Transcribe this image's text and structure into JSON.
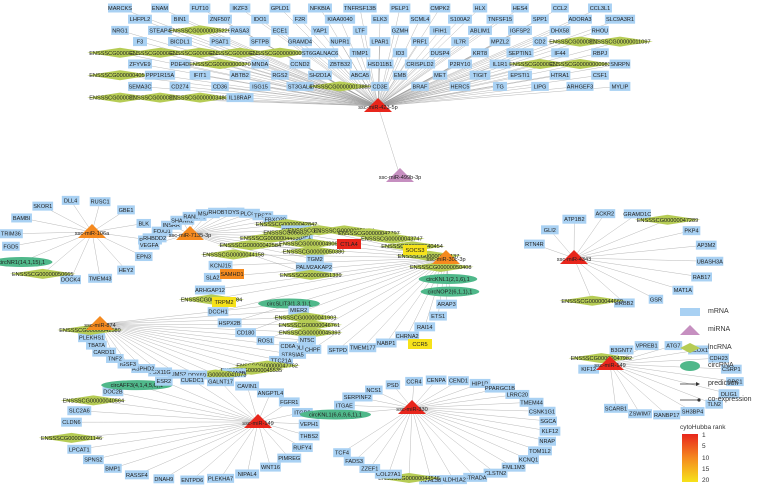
{
  "colors": {
    "mrna": "#a9d1f3",
    "mirna": "#c68fc0",
    "lncrna": "#b6cc55",
    "circrna": "#4fb88a",
    "rank_high": "#e8261c",
    "rank_mid": "#f58a1f",
    "rank_low": "#f6e21a"
  },
  "legend": {
    "items": [
      {
        "label": "mRNA",
        "shape": "rect"
      },
      {
        "label": "miRNA",
        "shape": "triangle"
      },
      {
        "label": "lncRNA",
        "shape": "diamond"
      },
      {
        "label": "circRNA",
        "shape": "ellipse"
      },
      {
        "label": "prediction",
        "shape": "arrow"
      },
      {
        "label": "co-expression",
        "shape": "dot-line"
      }
    ],
    "rank_title": "cytoHubba rank",
    "rank_ticks": [
      "1",
      "5",
      "10",
      "15",
      "20"
    ]
  },
  "hubs": [
    {
      "label": "ssc-miR-423-5p",
      "color": "rank_high",
      "nodes": [
        "MARCKS",
        "ENAM",
        "FUT10",
        "IKZF3",
        "GPLD1",
        "NFKBIA",
        "TNFRSF13B",
        "PELP1",
        "CMPK2",
        "HLX",
        "HES4",
        "CCL2",
        "CCL3L1",
        "LHFPL2",
        "BIN1",
        "ZNF507",
        "IDO1",
        "F2R",
        "KIAA0040",
        "ELK3",
        "SCML4",
        "S100A2",
        "TNFSF15",
        "SPP1",
        "ADORA3",
        "SLC9A3R1",
        "NRG1",
        "STEAP4",
        "ENSSSCG00000035226",
        "RASA3",
        "ECE1",
        "YAP1",
        "LTF",
        "GZMH",
        "IFIH1",
        "ABLIM1",
        "IGFSP2",
        "DHX58",
        "RHOU",
        "F3",
        "BICDL1",
        "PSAT1",
        "SFTPB",
        "GRAMD4",
        "NUPR1",
        "LPAR1",
        "PRF1",
        "IL7R",
        "MPZL2",
        "CD2",
        "ENSSSCG00000037364",
        "ENSSSCG00000011097",
        "ENSSSCG00000038062",
        "ENSSSCG00000039656",
        "ENSSSCG00000010893",
        "ENSSSCG00000012074",
        "ENSSSCG00000000638",
        "ST6GALNAC6",
        "TIMP1",
        "ID3",
        "DUSP4",
        "KRT8",
        "SEPTIN1",
        "IF44",
        "RBPJ",
        "ZFYVE9",
        "PDE4D",
        "ENSSSCG00000000370",
        "MNDA",
        "CCND2",
        "ZBTB32",
        "HSD11B1",
        "CRISPLD2",
        "P2RY10",
        "IL1R1",
        "ENSSSCG00000009240",
        "ENSSSCG00000000983",
        "SNRPN",
        "ENSSSCG00000040535",
        "PPP1R15A",
        "IFIT1",
        "ABTB2",
        "RGS2",
        "SH2D1A",
        "ABCA5",
        "EMB",
        "MET",
        "TIGIT",
        "EPSTI1",
        "HTRA1",
        "CSF1",
        "SEMA3C",
        "CD274",
        "CD36",
        "ISG15",
        "ST3GAL4",
        "ENSSSCG00000013880",
        "CD3E",
        "BRAF",
        "HERC5",
        "TG",
        "LIPG",
        "ARHGEF3",
        "MYLIP",
        "ENSSSCG00000040548",
        "ENSSSCG00000031640",
        "ENSSSCG00000034802",
        "IL18RAP"
      ]
    },
    {
      "label": "ssc-miR-499b-3p",
      "color": "rank_low",
      "nodes": []
    }
  ],
  "mirnas": [
    "ssc-miR-423-5p",
    "ssc-miR-499b-3p",
    "ssc-miR-106a",
    "ssc-miR-7135-3p",
    "ssc-miR-30c-3p",
    "ssc-miR-874",
    "ssc-miR-149",
    "ssc-miR-4343",
    "ssc-miR-330"
  ],
  "hubs_top": [
    "CTLA4",
    "SOCS3",
    "SAMHD1",
    "TRPM2",
    "CCR5"
  ],
  "nodes_text": {
    "left_cluster": [
      "TRIM36",
      "BAMBI",
      "SKOR1",
      "DLL4",
      "RUSC1",
      "GBE1",
      "BLK",
      "PRSS55",
      "EPN3",
      "HEY2",
      "TMEM43",
      "DOCK4",
      "ENSSSCG00000050665",
      "circNR1(14,1,15),1",
      "FGD5"
    ],
    "mid_left": [
      "VEGFA",
      "RHBDD2",
      "FOXJ1",
      "INSRR",
      "SHANK2",
      "RANBP6",
      "MSAI10",
      "RHOBTB3",
      "DYSF",
      "PLCG1",
      "TPST2",
      "FBXO39",
      "ENSSSCG00000042842",
      "CFAP20DC",
      "ZBP1",
      "ENSSSCG00000049064",
      "ENSSSCG00000050380",
      "TGM2",
      "PALM2AKAP2",
      "ENSSSCG00000051339",
      "circSLIT3(1,3,1),1",
      "MIER2",
      "ENSSSCG00000041903",
      "ENSSSCG00000046761",
      "ENSSSCG00000045393",
      "NT5C",
      "PDLIM7",
      "ST8SIA5",
      "TTC21A",
      "ENSSSCG00000047762",
      "ENSSSCG00000045535",
      "SEMA3B",
      "ENSSSCG00000041073",
      "DDX60",
      "LIMS2",
      "PEX11G",
      "ASPHD2",
      "IGSF3",
      "TNF2",
      "CARD11",
      "TBATA",
      "PLEKHS1",
      "ENSSSCG00000042589"
    ],
    "center": [
      "ARHGAP12",
      "SLA2",
      "KCNJ15",
      "ENSSSCG00000044158",
      "ENSSSCG00000042584",
      "ENSSSCG00000044830",
      "ENSSSCG00000032595",
      "ENSSSCG00000044290",
      "ENSSSCG00000050731",
      "ENSSSCG00000042797",
      "ENSSSCG00000043747",
      "ENSSSCG00000040454",
      "ENSSSCG00000037137",
      "ENSSSCG00000050408",
      "circKNL1(2,1,6),1",
      "circNOP2(6,1,1),1",
      "ARAP3",
      "ETS1",
      "RAI14",
      "CHRNA2",
      "NABP1",
      "TMEM177",
      "SFTPD",
      "CHPF",
      "CD6A",
      "ROS1",
      "CD180",
      "HSPX2B",
      "DCCH1",
      "ENSSSCG00000049784"
    ],
    "right": [
      "RTN4R",
      "GLI2",
      "ATP1B2",
      "ACKR2",
      "GRAMD1C",
      "ENSSSCG00000047289",
      "PKP4",
      "AP3M2",
      "UBASH3A",
      "RAB17",
      "MAT1A",
      "GSR",
      "ERBB2",
      "ENSSSCG00000044669",
      "KIF12",
      "ENSSSCG00000047982",
      "B3GNT7",
      "VPREB1",
      "ATG7",
      "ACOX1",
      "CDH23",
      "CSRP1",
      "GPC1",
      "DLIG1",
      "TLN2",
      "SH3BP4",
      "RANBP17",
      "ZSWIM7",
      "SCARB1"
    ],
    "bottom_left": [
      "CLDN6",
      "SLC2A6",
      "ENSSSCG00000040564",
      "DOC2B",
      "circAFF3(4,1,4,5,6),1",
      "ESR2",
      "CUEDC1",
      "GALNT17",
      "CAVIN1",
      "ANGPTL4",
      "FGFR1",
      "ITGB2",
      "VEPH1",
      "THBS2",
      "RUFY4",
      "PIMREG",
      "WNT16",
      "NIPAL4",
      "PLEKHA7",
      "ENTPD6",
      "DNAH9",
      "RASSF4",
      "BMP1",
      "SPNS2",
      "LPCAT1",
      "ENSSSCG00000021146"
    ],
    "bottom_right": [
      "circKNL1(6,6,9,6,1),1",
      "ITGAE",
      "SERPINF2",
      "NCS1",
      "PSD",
      "CCR4",
      "CENPA",
      "CEND1",
      "HIP1R",
      "PPARGC1B",
      "LRRC20",
      "TMEM44",
      "CSNK1G1",
      "SGCA",
      "KLF12",
      "NRAP",
      "TOM1L2",
      "KCNQ1",
      "EML1M3",
      "CLSTN2",
      "STRADA",
      "ALDH1A2",
      "KLHL38",
      "ENSSSCG00000044546",
      "COL27A1",
      "ZZEF1",
      "FADS3",
      "TCF4"
    ]
  }
}
